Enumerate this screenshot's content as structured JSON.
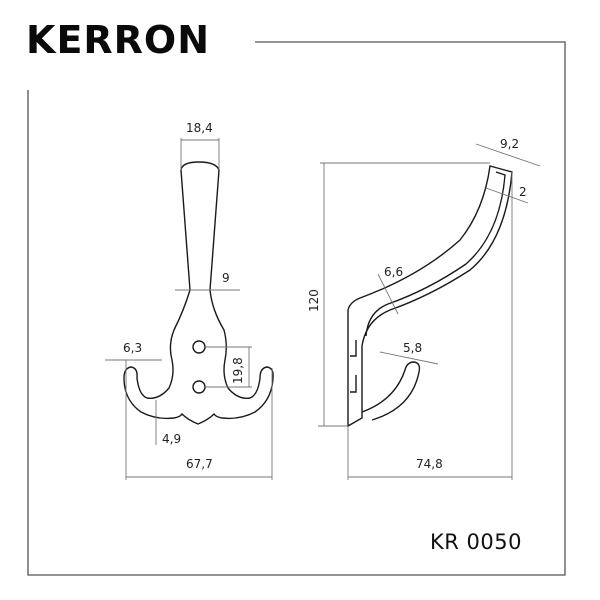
{
  "brand": {
    "name": "KERRON"
  },
  "model": {
    "code": "KR 0050"
  },
  "front_view": {
    "dimensions": {
      "top_width": "18,4",
      "neck_width": "9",
      "tip_width": "6,3",
      "hole_spacing": "19,8",
      "arm_thickness": "4,9",
      "overall_width": "67,7"
    }
  },
  "side_view": {
    "dimensions": {
      "top_thickness": "9,2",
      "wall": "2",
      "mid_thickness": "6,6",
      "lower_tip": "5,8",
      "height": "120",
      "depth": "74,8"
    }
  },
  "colors": {
    "line": "#1a1a1a",
    "frame": "#555555",
    "dim_line": "#777777"
  }
}
